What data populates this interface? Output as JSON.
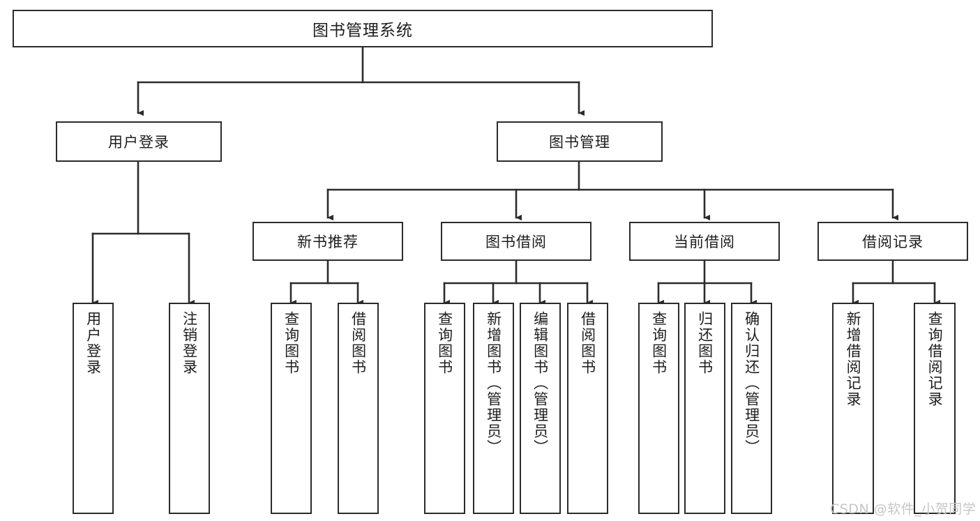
{
  "diagram": {
    "type": "tree-hierarchy",
    "title": "图书管理系统",
    "orientation": "top-down",
    "colors": {
      "box_border": "#2b2b2b",
      "box_fill": "#ffffff",
      "edge": "#2b2b2b",
      "text": "#1d1d1d",
      "watermark": "#c6c6c6"
    },
    "root": {
      "label": "图书管理系统"
    },
    "level2": [
      {
        "id": "user-login",
        "label": "用户登录"
      },
      {
        "id": "book-management",
        "label": "图书管理"
      }
    ],
    "level3": [
      {
        "id": "new-book-recommend",
        "label": "新书推荐",
        "parent": "book-management"
      },
      {
        "id": "book-borrow",
        "label": "图书借阅",
        "parent": "book-management"
      },
      {
        "id": "current-borrow",
        "label": "当前借阅",
        "parent": "book-management"
      },
      {
        "id": "borrow-record",
        "label": "借阅记录",
        "parent": "book-management"
      }
    ],
    "leaves": [
      {
        "id": "leaf-user-login",
        "label": "用户登录",
        "parent": "user-login"
      },
      {
        "id": "leaf-logout-login",
        "label": "注销登录",
        "parent": "user-login"
      },
      {
        "id": "leaf-query-book-1",
        "label": "查询图书",
        "parent": "new-book-recommend"
      },
      {
        "id": "leaf-borrow-book-1",
        "label": "借阅图书",
        "parent": "new-book-recommend"
      },
      {
        "id": "leaf-query-book-2",
        "label": "查询图书",
        "parent": "book-borrow"
      },
      {
        "id": "leaf-add-book",
        "label": "新增图书（管理员）",
        "parent": "book-borrow"
      },
      {
        "id": "leaf-edit-book",
        "label": "编辑图书（管理员）",
        "parent": "book-borrow"
      },
      {
        "id": "leaf-borrow-book-2",
        "label": "借阅图书",
        "parent": "book-borrow"
      },
      {
        "id": "leaf-query-book-3",
        "label": "查询图书",
        "parent": "current-borrow"
      },
      {
        "id": "leaf-return-book",
        "label": "归还图书",
        "parent": "current-borrow"
      },
      {
        "id": "leaf-confirm-return",
        "label": "确认归还（管理员）",
        "parent": "current-borrow"
      },
      {
        "id": "leaf-add-record",
        "label": "新增借阅记录",
        "parent": "borrow-record"
      },
      {
        "id": "leaf-query-record",
        "label": "查询借阅记录",
        "parent": "borrow-record"
      }
    ]
  },
  "watermark": {
    "text": "CSDN @软件_小贺同学"
  }
}
